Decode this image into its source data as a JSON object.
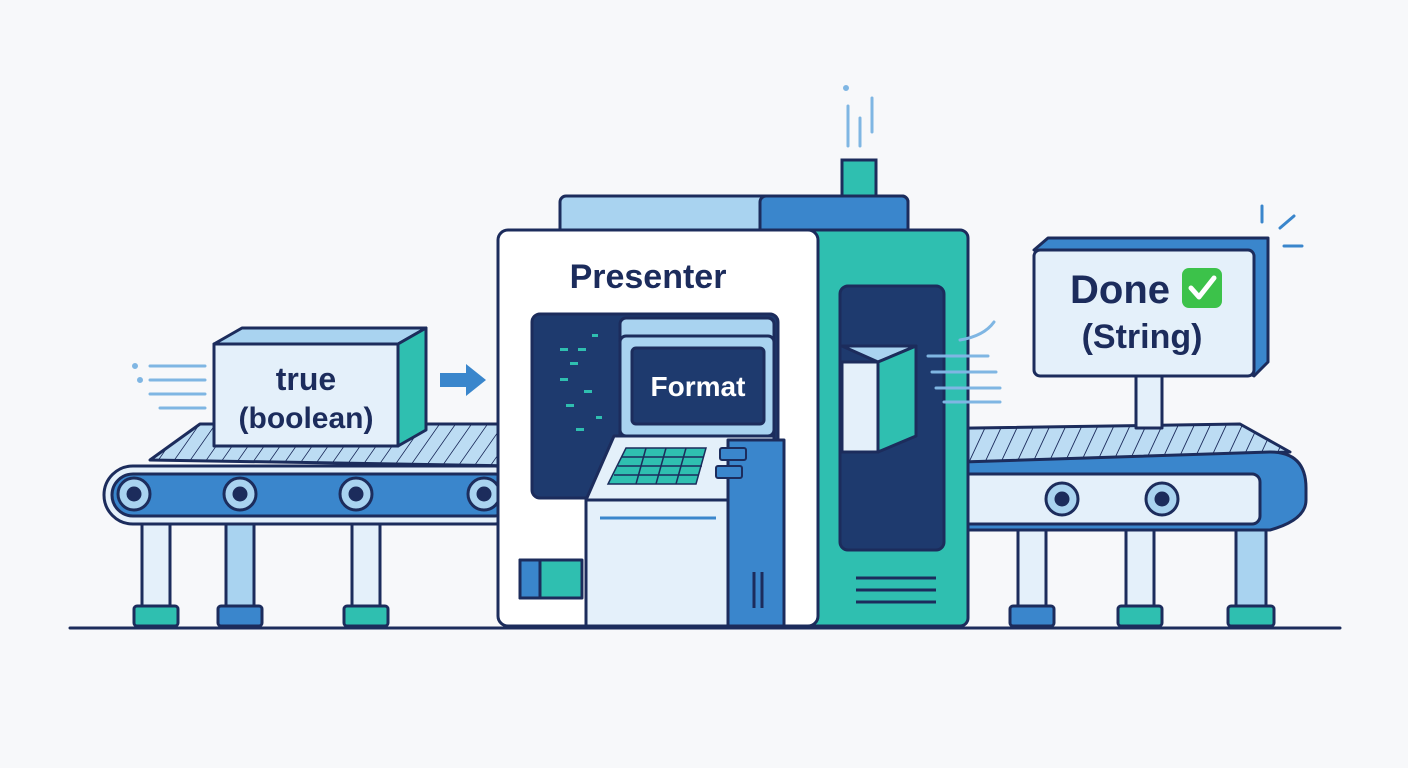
{
  "input_box": {
    "line1": "true",
    "line2": "(boolean)"
  },
  "machine": {
    "title": "Presenter",
    "screen_label": "Format"
  },
  "output_sign": {
    "line1": "Done",
    "line2": "(String)",
    "status_icon": "check-mark-icon"
  },
  "colors": {
    "outline": "#1c2c5c",
    "blue": "#3a86cc",
    "light_blue": "#a9d3f0",
    "pale_blue": "#e4f0fa",
    "teal": "#2fbfb0",
    "navy": "#1e3a6e",
    "check_green": "#3cc24a"
  }
}
